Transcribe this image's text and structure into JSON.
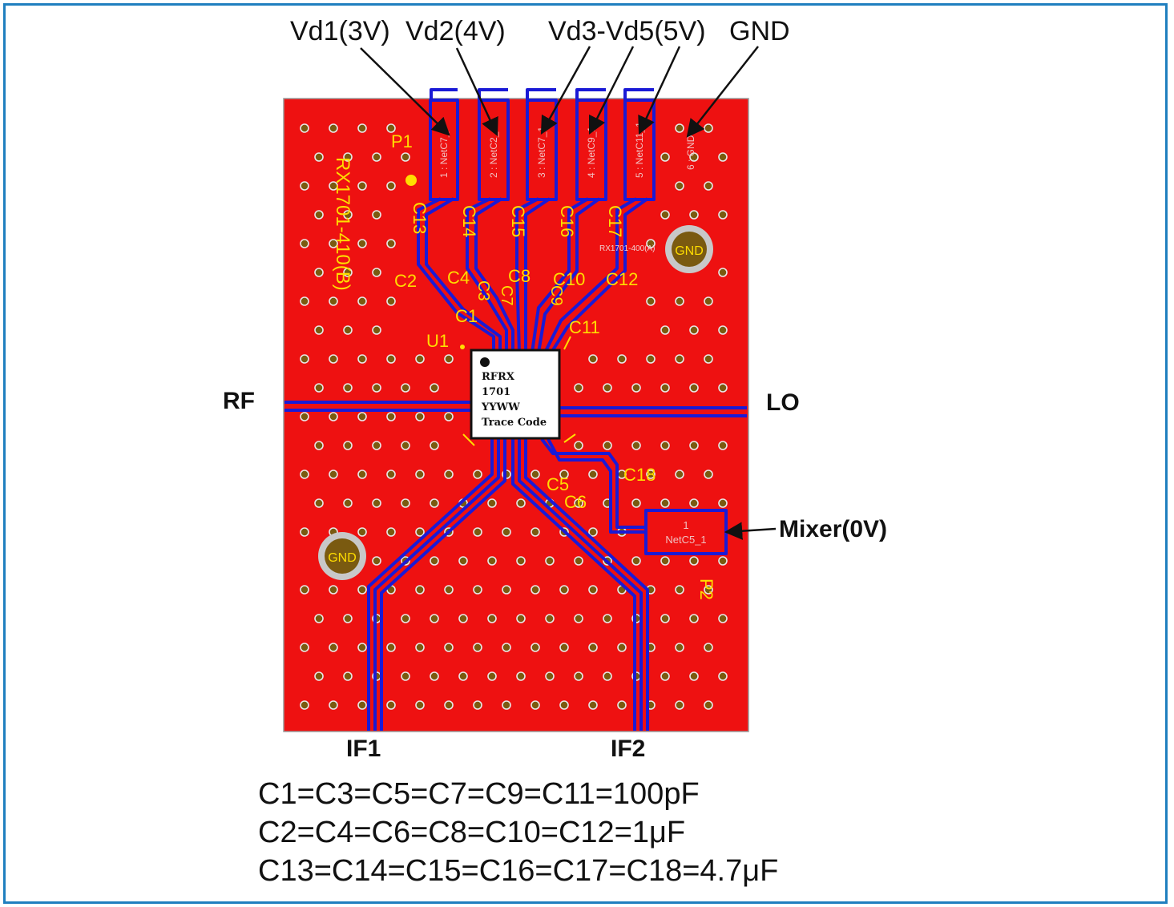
{
  "supply_labels": [
    "Vd1(3V)",
    "Vd2(4V)",
    "Vd3-Vd5(5V)",
    "GND"
  ],
  "ports": {
    "rf": "RF",
    "lo": "LO",
    "if1": "IF1",
    "if2": "IF2",
    "mixer": "Mixer(0V)"
  },
  "chip_lines": [
    "RFRX",
    "1701",
    "YYWW",
    "Trace Code"
  ],
  "silkscreen": {
    "p1": "P1",
    "p2": "P2",
    "u1": "U1",
    "board_id": "RX1701-410(B)",
    "board_id_small": "RX1701-400(A)",
    "gnd": "GND",
    "caps": [
      "C13",
      "C14",
      "C15",
      "C16",
      "C17",
      "C2",
      "C4",
      "C3",
      "C8",
      "C10",
      "C12",
      "C1",
      "C9",
      "C7",
      "C11",
      "C5",
      "C6",
      "C18"
    ]
  },
  "pads": [
    "1 : NetC7_1",
    "2 : NetC2_1",
    "3 : NetC7_1",
    "4 : NetC9_1",
    "5 : NetC11_1",
    "6 : GND"
  ],
  "mixer_pad": [
    "1",
    "NetC5_1"
  ],
  "notes": [
    "C1=C3=C5=C7=C9=C11=100pF",
    "C2=C4=C6=C8=C10=C12=1μF",
    "C13=C14=C15=C16=C17=C18=4.7μF"
  ],
  "colors": {
    "board": "#ee1111",
    "trace": "#1a1ad6",
    "silkscreen": "#ffdd00",
    "via": "#7a5a10",
    "frame": "#1f7fbf"
  }
}
